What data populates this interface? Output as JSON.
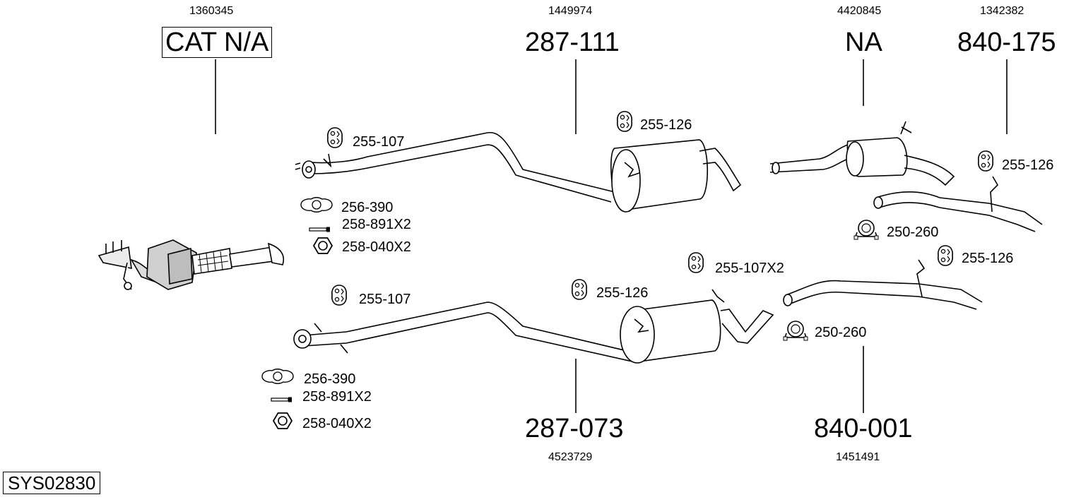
{
  "colors": {
    "line": "#000000",
    "part_fill": "#ffffff",
    "part_shade": "#e6e6e6",
    "background": "#ffffff"
  },
  "system_id": "SYS02830",
  "assemblies": [
    {
      "oem": "1360345",
      "part": "CAT N/A"
    },
    {
      "oem": "1449974",
      "part": "287-111"
    },
    {
      "oem": "4420845",
      "part": "NA"
    },
    {
      "oem": "1342382",
      "part": "840-175"
    },
    {
      "oem": "4523729",
      "part": "287-073"
    },
    {
      "oem": "1451491",
      "part": "840-001"
    }
  ],
  "fittings": [
    {
      "icon": "rubber-hanger-icon",
      "label": "255-107"
    },
    {
      "icon": "rubber-hanger-icon",
      "label": "255-126"
    },
    {
      "icon": "flange-gasket-icon",
      "label": "256-390"
    },
    {
      "icon": "bolt-icon",
      "label": "258-891X2"
    },
    {
      "icon": "hex-nut-icon",
      "label": "258-040X2"
    },
    {
      "icon": "rubber-hanger-icon",
      "label": "255-126"
    },
    {
      "icon": "pipe-clamp-icon",
      "label": "250-260"
    },
    {
      "icon": "rubber-hanger-icon",
      "label": "255-126"
    },
    {
      "icon": "rubber-hanger-icon",
      "label": "255-107X2"
    },
    {
      "icon": "rubber-hanger-icon",
      "label": "255-107"
    },
    {
      "icon": "rubber-hanger-icon",
      "label": "255-126"
    },
    {
      "icon": "pipe-clamp-icon",
      "label": "250-260"
    },
    {
      "icon": "flange-gasket-icon",
      "label": "256-390"
    },
    {
      "icon": "bolt-icon",
      "label": "258-891X2"
    },
    {
      "icon": "hex-nut-icon",
      "label": "258-040X2"
    }
  ]
}
